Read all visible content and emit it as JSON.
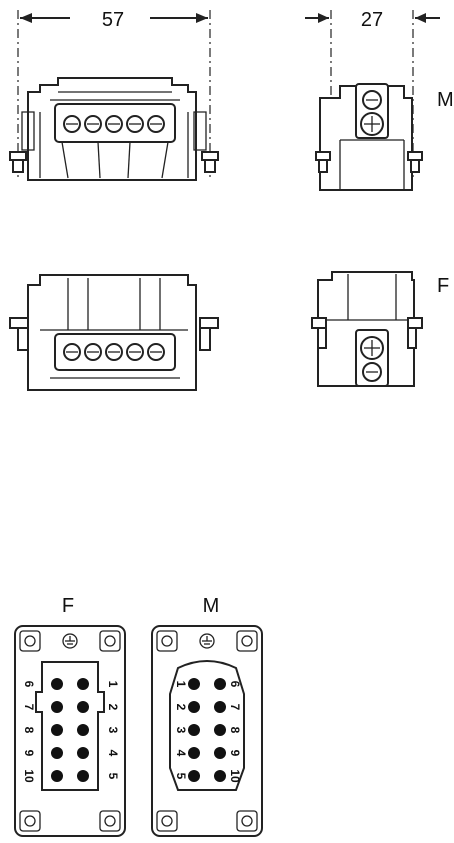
{
  "dimensions": {
    "width_label": "57",
    "depth_label": "27"
  },
  "view_labels": {
    "side_male": "M",
    "side_female": "F",
    "face_female": "F",
    "face_male": "M"
  },
  "pin_numbers": {
    "female_left": [
      "6",
      "7",
      "8",
      "9",
      "10"
    ],
    "female_right": [
      "1",
      "2",
      "3",
      "4",
      "5"
    ],
    "male_left": [
      "1",
      "2",
      "3",
      "4",
      "5"
    ],
    "male_right": [
      "6",
      "7",
      "8",
      "9",
      "10"
    ]
  },
  "colors": {
    "line": "#222222",
    "contact": "#111111",
    "background": "#ffffff"
  },
  "icons": [
    "ground-icon",
    "screw-terminal-icon",
    "contact-pin-icon"
  ]
}
